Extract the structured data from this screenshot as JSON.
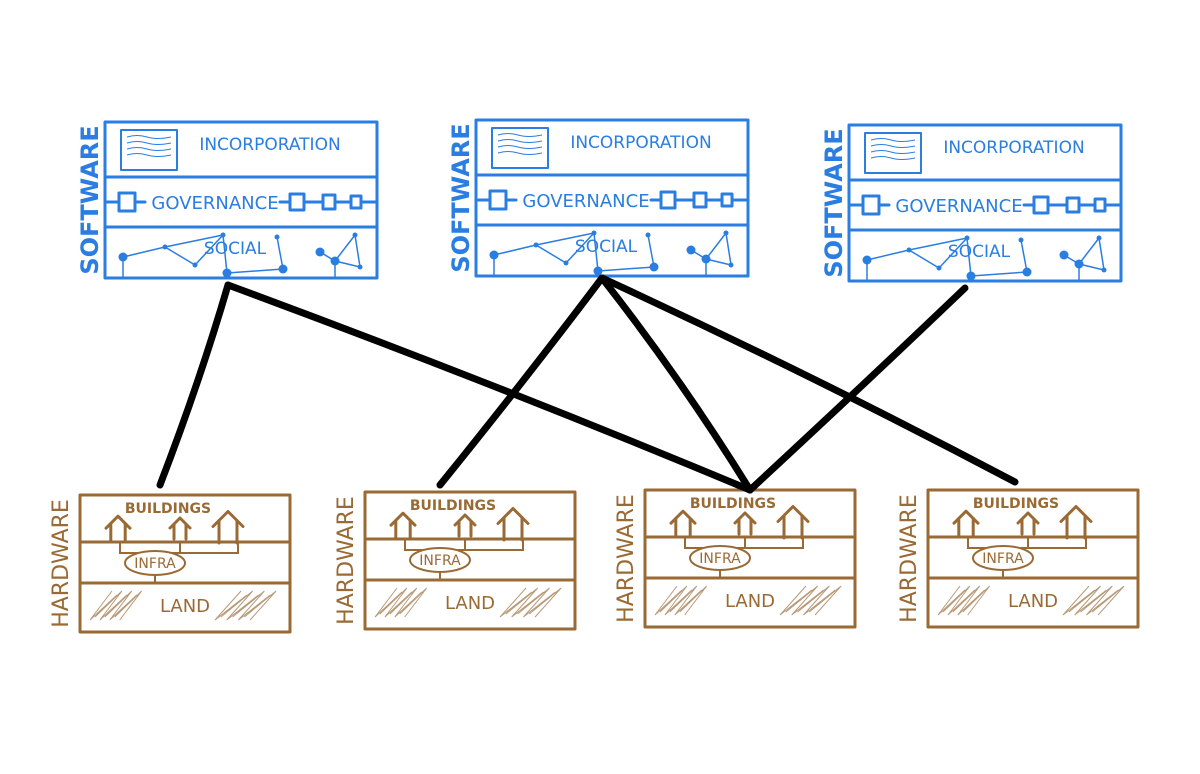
{
  "colors": {
    "software": "#2a7de1",
    "hardware": "#9a6a35",
    "link": "#000000",
    "land_scribble": "#b89a78"
  },
  "software_stacks": [
    {
      "side_label": "SOFTWARE",
      "layers": {
        "top": "INCORPORATION",
        "middle": "GOVERNANCE",
        "bottom": "SOCIAL"
      }
    },
    {
      "side_label": "SOFTWARE",
      "layers": {
        "top": "INCORPORATION",
        "middle": "GOVERNANCE",
        "bottom": "SOCIAL"
      }
    },
    {
      "side_label": "SOFTWARE",
      "layers": {
        "top": "INCORPORATION",
        "middle": "GOVERNANCE",
        "bottom": "SOCIAL"
      }
    }
  ],
  "hardware_stacks": [
    {
      "side_label": "HARDWARE",
      "layers": {
        "top": "BUILDINGS",
        "middle": "INFRA",
        "bottom": "LAND"
      }
    },
    {
      "side_label": "HARDWARE",
      "layers": {
        "top": "BUILDINGS",
        "middle": "INFRA",
        "bottom": "LAND"
      }
    },
    {
      "side_label": "HARDWARE",
      "layers": {
        "top": "BUILDINGS",
        "middle": "INFRA",
        "bottom": "LAND"
      }
    },
    {
      "side_label": "HARDWARE",
      "layers": {
        "top": "BUILDINGS",
        "middle": "INFRA",
        "bottom": "LAND"
      }
    }
  ],
  "connections": [
    {
      "from": 0,
      "to": 0
    },
    {
      "from": 0,
      "to": 2
    },
    {
      "from": 1,
      "to": 1
    },
    {
      "from": 1,
      "to": 2
    },
    {
      "from": 1,
      "to": 3
    },
    {
      "from": 2,
      "to": 2
    }
  ]
}
